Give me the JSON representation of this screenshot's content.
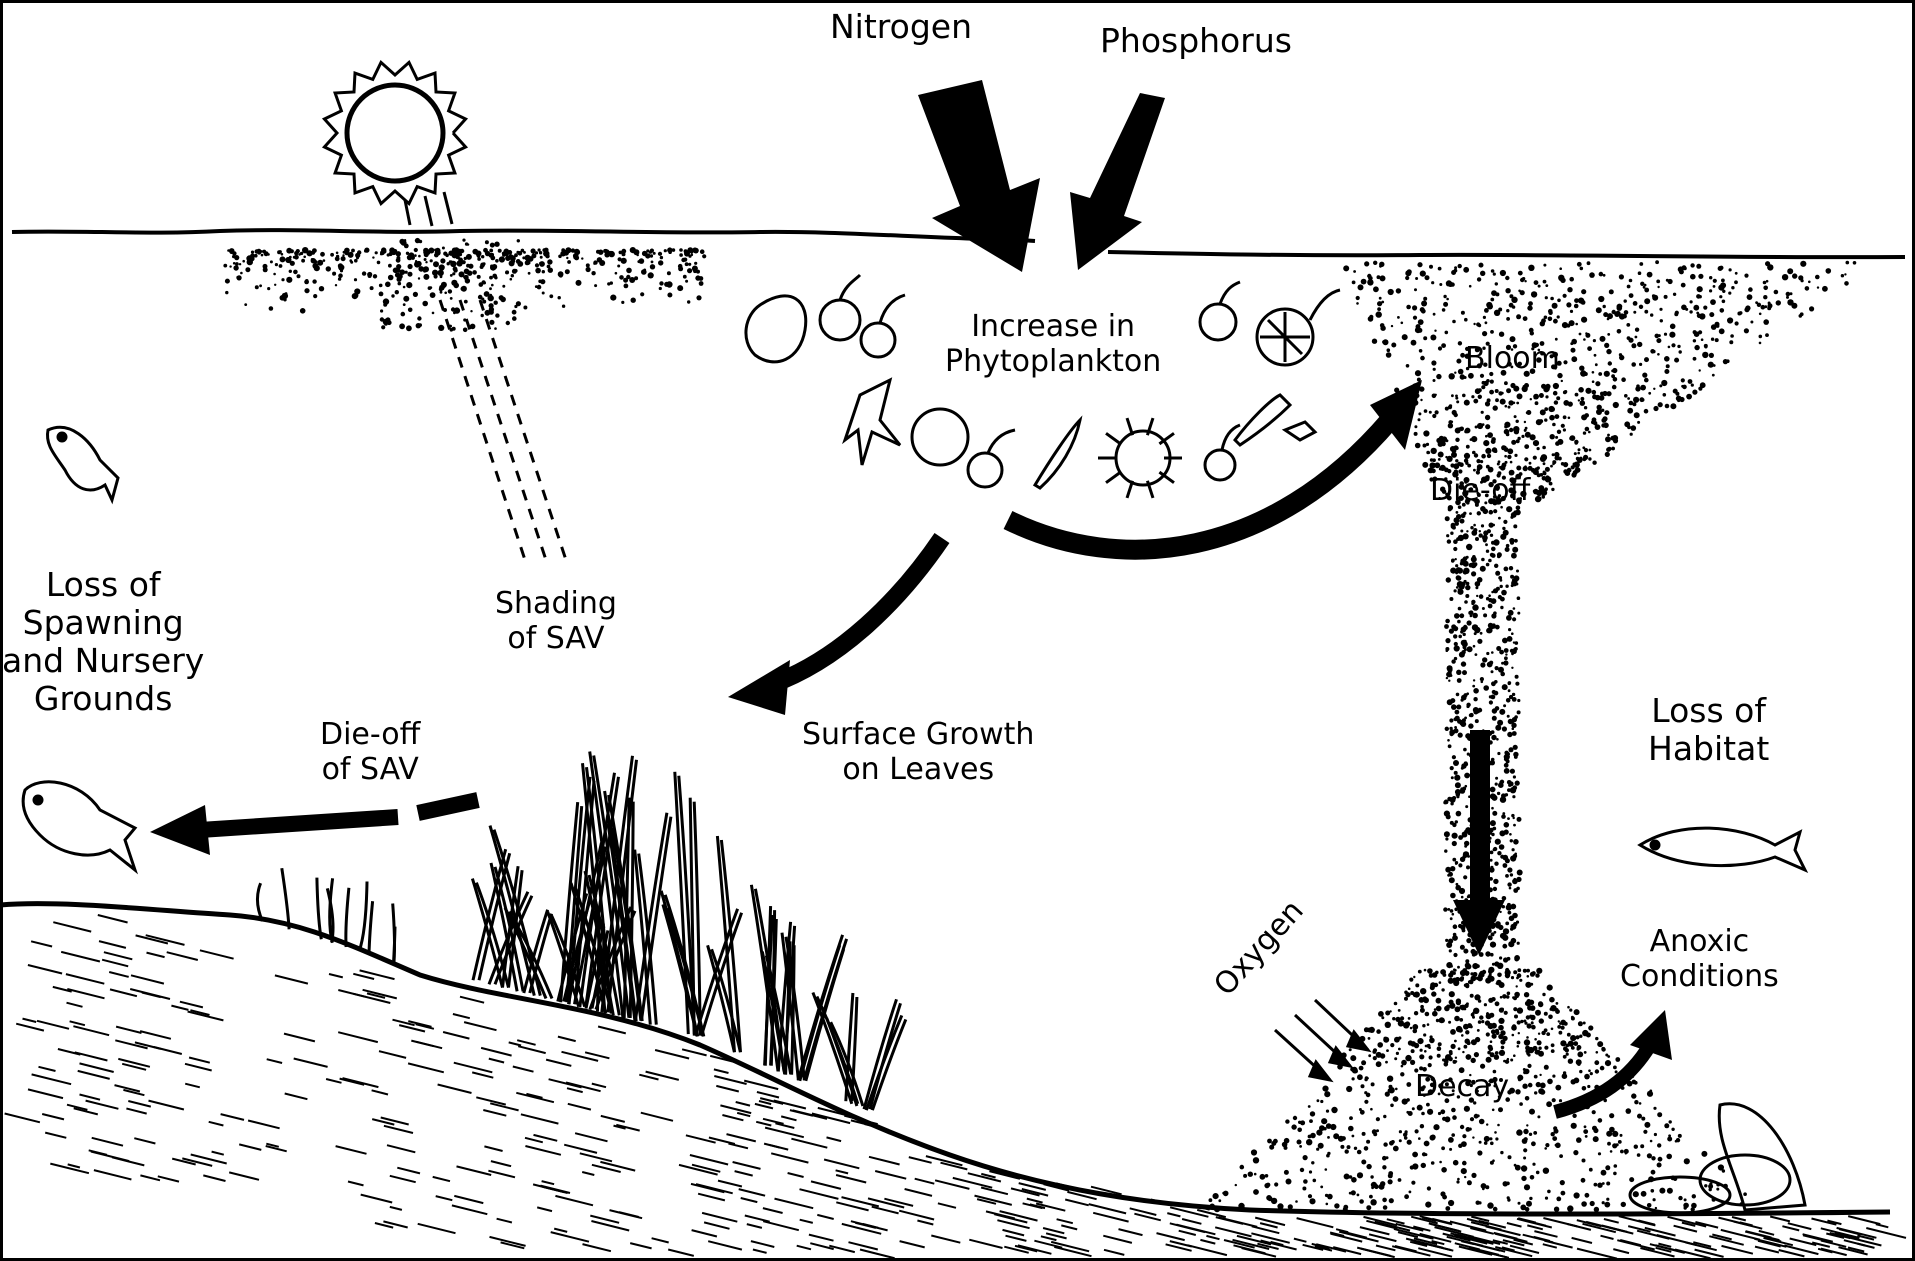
{
  "labels": {
    "nitrogen": "Nitrogen",
    "phosphorus": "Phosphorus",
    "increase_line1": "Increase in",
    "increase_line2": "Phytoplankton",
    "bloom": "Bloom",
    "die_off": "Die-off",
    "shading_line1": "Shading",
    "shading_line2": "of SAV",
    "loss_spawning_line1": "Loss of",
    "loss_spawning_line2": "Spawning",
    "loss_spawning_line3": "and Nursery",
    "loss_spawning_line4": "Grounds",
    "surface_growth_line1": "Surface Growth",
    "surface_growth_line2": "on Leaves",
    "dieoff_sav_line1": "Die-off",
    "dieoff_sav_line2": "of SAV",
    "loss_habitat_line1": "Loss of",
    "loss_habitat_line2": "Habitat",
    "anoxic_line1": "Anoxic",
    "anoxic_line2": "Conditions",
    "oxygen": "Oxygen",
    "decay": "Decay"
  },
  "colors": {
    "ink": "#000000",
    "paper": "#ffffff"
  }
}
